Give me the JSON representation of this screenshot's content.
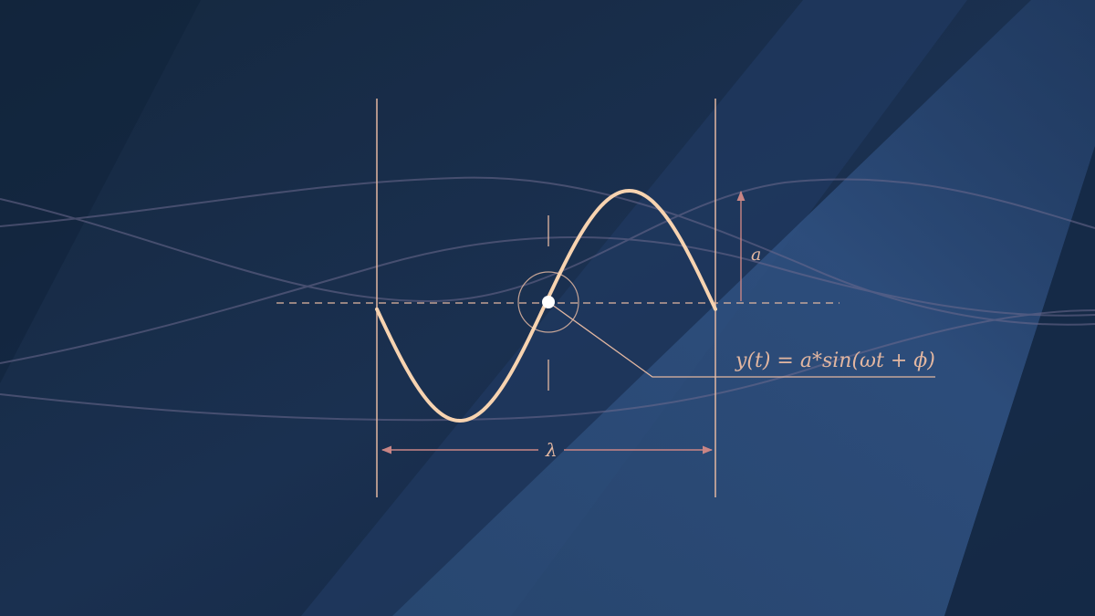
{
  "diagram": {
    "formula": "y(t) = a*sin(ωt + ϕ)",
    "amplitude_label": "a",
    "wavelength_label": "λ"
  },
  "colors": {
    "background_dark": "#132540",
    "background_mid": "#1b3356",
    "light_beam": "#2e4f7a",
    "wave": "#f7d3b0",
    "guide": "#e3b7a1",
    "arrow": "#c98585",
    "point": "#ffffff",
    "background_curve": "#6d6a8e"
  }
}
